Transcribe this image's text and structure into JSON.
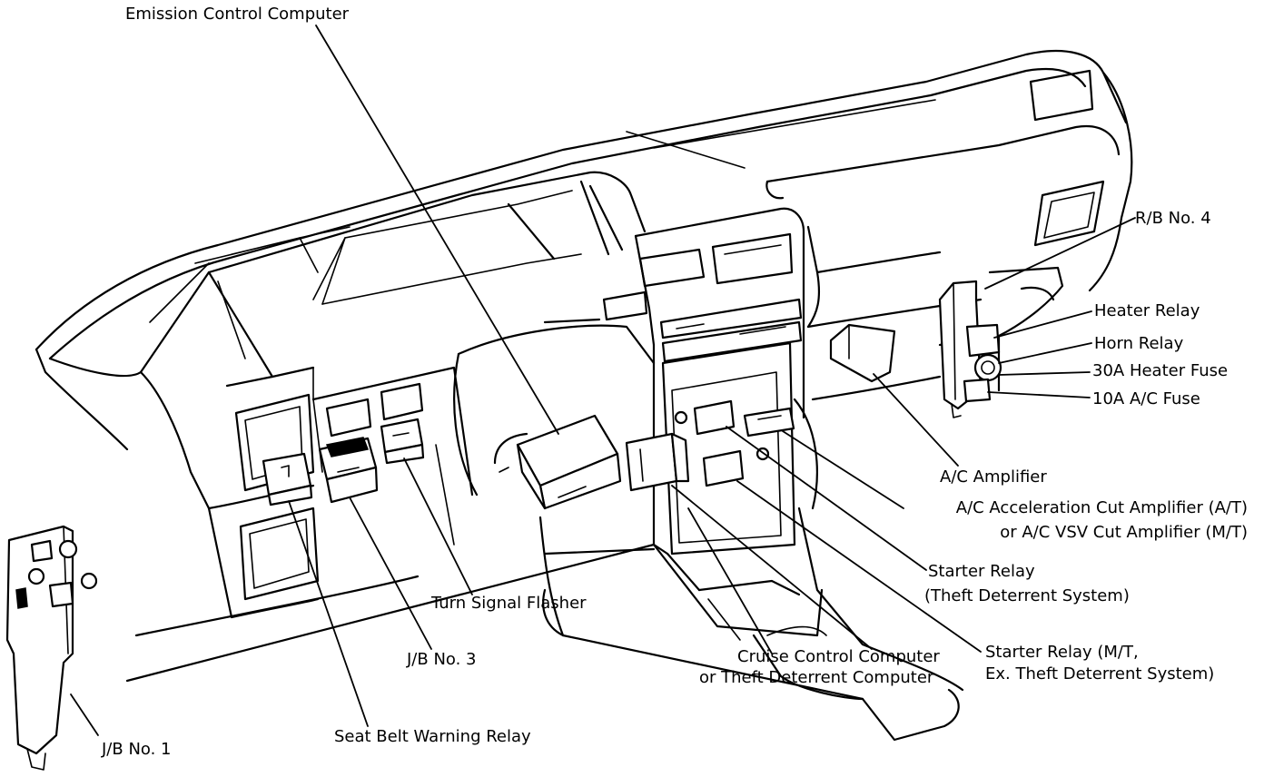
{
  "labels": {
    "emission_control_computer": "Emission Control Computer",
    "rb_no4": "R/B No. 4",
    "heater_relay": "Heater Relay",
    "horn_relay": "Horn Relay",
    "heater_fuse_30a": "30A Heater Fuse",
    "ac_fuse_10a": "10A A/C Fuse",
    "ac_amplifier": "A/C Amplifier",
    "ac_accel_cut_line1": "A/C Acceleration Cut Amplifier (A/T)",
    "ac_accel_cut_line2": "or A/C VSV Cut Amplifier (M/T)",
    "starter_relay_theft_line1": "Starter Relay",
    "starter_relay_theft_line2": "(Theft Deterrent System)",
    "turn_signal_flasher": "Turn Signal Flasher",
    "jb_no3": "J/B No. 3",
    "cruise_line1": "Cruise Control Computer",
    "cruise_line2": "or Theft Deterrent Computer",
    "starter_relay_mt_line1": "Starter Relay (M/T,",
    "starter_relay_mt_line2": "Ex. Theft Deterrent System)",
    "seat_belt_warning_relay": "Seat Belt Warning Relay",
    "jb_no1": "J/B No. 1"
  }
}
